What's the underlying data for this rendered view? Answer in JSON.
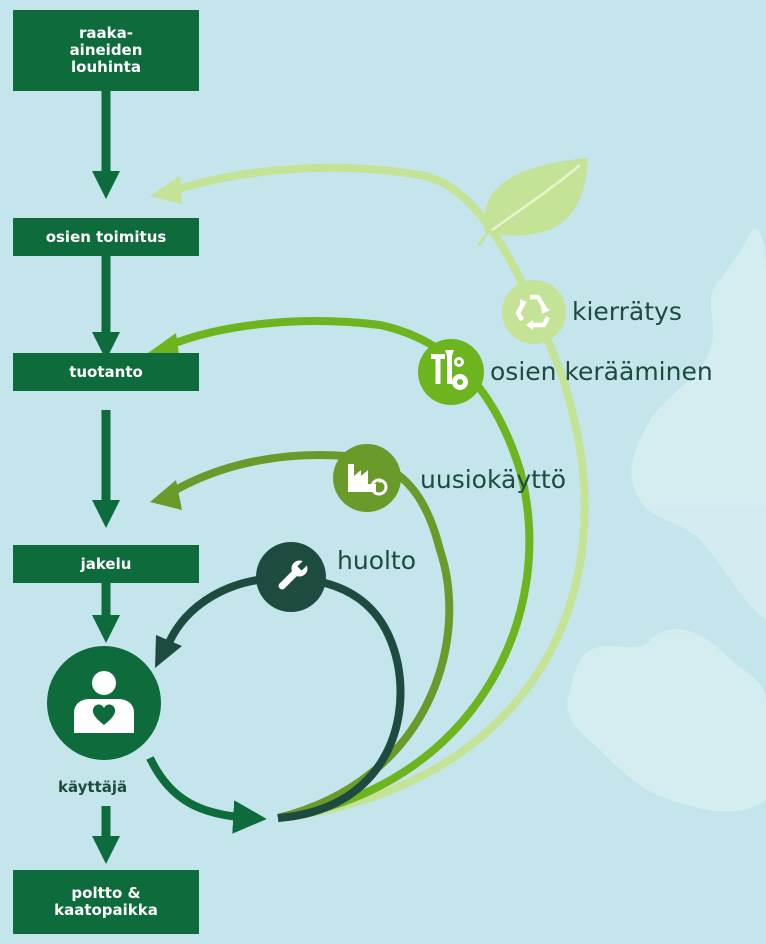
{
  "steps": {
    "raw_extraction": "raaka-\naineiden\nlouhinta",
    "parts_supply": "osien toimitus",
    "production": "tuotanto",
    "distribution": "jakelu",
    "user": "käyttäjä",
    "disposal": "poltto &\nkaatopaikka"
  },
  "loops": {
    "recycling": "kierrätys",
    "parts_collection": "osien kerääminen",
    "reuse": "uusiokäyttö",
    "maintenance": "huolto"
  },
  "icons": {
    "recycling": "recycle-icon",
    "parts_collection": "tools-gear-icon",
    "reuse": "factory-cycle-icon",
    "maintenance": "wrench-icon",
    "user": "person-heart-icon",
    "nature": "leaf-icon"
  },
  "colors": {
    "background": "#c4e5ec",
    "box": "#0e6b3c",
    "recycling": "#c5e396",
    "parts_collection": "#6cb51f",
    "reuse": "#6a9a2a",
    "maintenance": "#1d4b3f",
    "user": "#0e6b3c"
  }
}
